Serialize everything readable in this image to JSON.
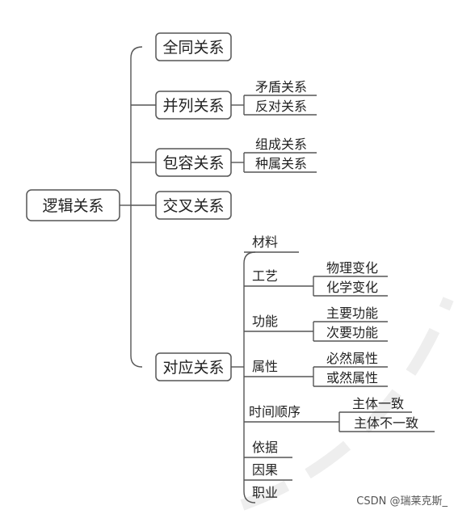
{
  "root": {
    "label": "逻辑关系"
  },
  "branches": [
    {
      "label": "全同关系",
      "children": []
    },
    {
      "label": "并列关系",
      "children": [
        "矛盾关系",
        "反对关系"
      ]
    },
    {
      "label": "包容关系",
      "children": [
        "组成关系",
        "种属关系"
      ]
    },
    {
      "label": "交叉关系",
      "children": []
    },
    {
      "label": "对应关系",
      "children": []
    }
  ],
  "correspondence": [
    {
      "label": "材料",
      "children": []
    },
    {
      "label": "工艺",
      "children": [
        "物理变化",
        "化学变化"
      ]
    },
    {
      "label": "功能",
      "children": [
        "主要功能",
        "次要功能"
      ]
    },
    {
      "label": "属性",
      "children": [
        "必然属性",
        "或然属性"
      ]
    },
    {
      "label": "时间顺序",
      "children": [
        "主体一致",
        "主体不一致"
      ]
    },
    {
      "label": "依据",
      "children": []
    },
    {
      "label": "因果",
      "children": []
    },
    {
      "label": "职业",
      "children": []
    }
  ],
  "watermark": "CSDN @瑞莱克斯_",
  "colors": {
    "line": "#555555",
    "box_border": "#555555",
    "text": "#222222"
  }
}
